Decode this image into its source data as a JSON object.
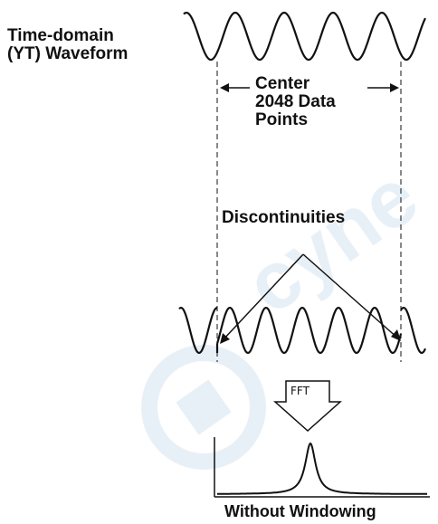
{
  "labels": {
    "time_domain_line1": "Time-domain",
    "time_domain_line2": "(YT) Waveform",
    "center_line1": "Center",
    "center_line2": "2048 Data",
    "center_line3": "Points",
    "discontinuities": "Discontinuities",
    "fft": "FFT",
    "without_windowing": "Without Windowing"
  },
  "colors": {
    "stroke": "#111111",
    "watermark": "#dfe8f2"
  }
}
